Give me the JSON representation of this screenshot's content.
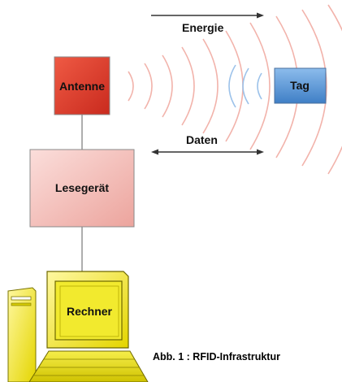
{
  "diagram": {
    "antenna_label": "Antenne",
    "tag_label": "Tag",
    "reader_label": "Lesegerät",
    "computer_label": "Rechner",
    "energy_label": "Energie",
    "data_label": "Daten"
  },
  "caption": "Abb. 1 : RFID-Infrastruktur",
  "colors": {
    "antenna": "#e23a2a",
    "tag": "#5c9ad6",
    "reader": "#f6c8c4",
    "computer": "#f2ea2e",
    "waves": "#f2b3ab",
    "tag_waves": "#9cc2ea",
    "lines": "#777777"
  },
  "icons": [
    "signal-wave-icon",
    "arrow-right-icon",
    "arrow-both-icon"
  ]
}
